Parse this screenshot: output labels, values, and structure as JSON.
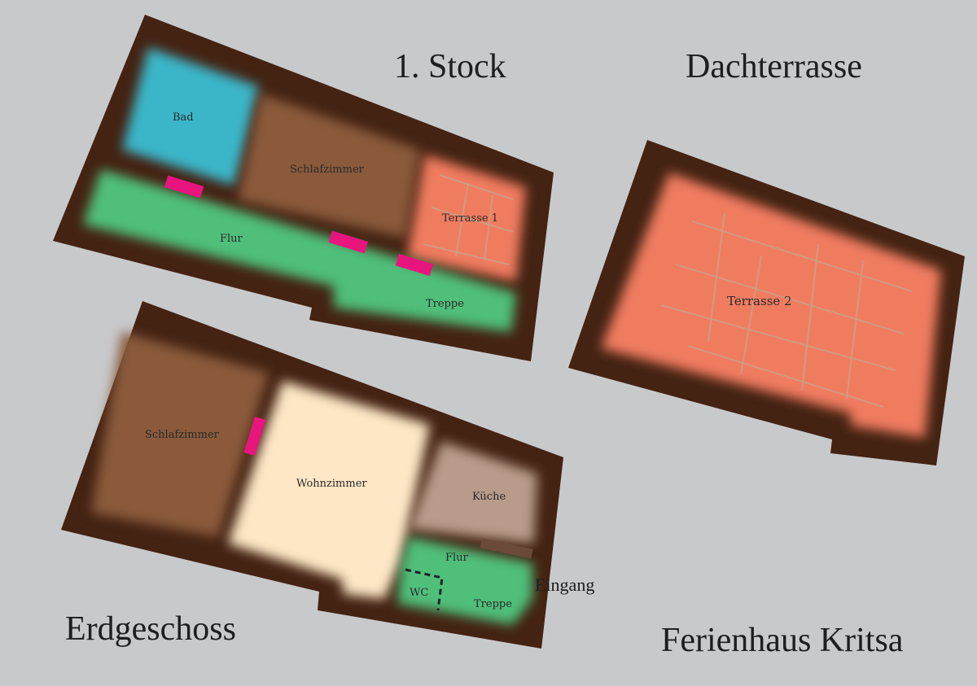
{
  "titles": {
    "upper_floor": "1. Stock",
    "roof": "Dachterrasse",
    "ground_floor": "Erdgeschoss",
    "house_name": "Ferienhaus Kritsa"
  },
  "upper_floor": {
    "rooms": [
      "Bad",
      "Schlafzimmer",
      "Terrasse 1",
      "Flur",
      "Treppe"
    ]
  },
  "roof": {
    "rooms": [
      "Terrasse 2"
    ]
  },
  "ground_floor": {
    "rooms": [
      "Schlafzimmer",
      "Wohnzimmer",
      "Küche",
      "Flur",
      "WC",
      "Treppe"
    ],
    "entrance": "Eingang"
  },
  "colors": {
    "wall": "#442313",
    "background": "#c8c9cb",
    "bath": "#3bb6c9",
    "bedroom": "#8a5a3b",
    "terrace": "#f07c60",
    "hall": "#4fbf7a",
    "living": "#fde7c6",
    "kitchen": "#b89b8a",
    "door": "#e8157f"
  }
}
